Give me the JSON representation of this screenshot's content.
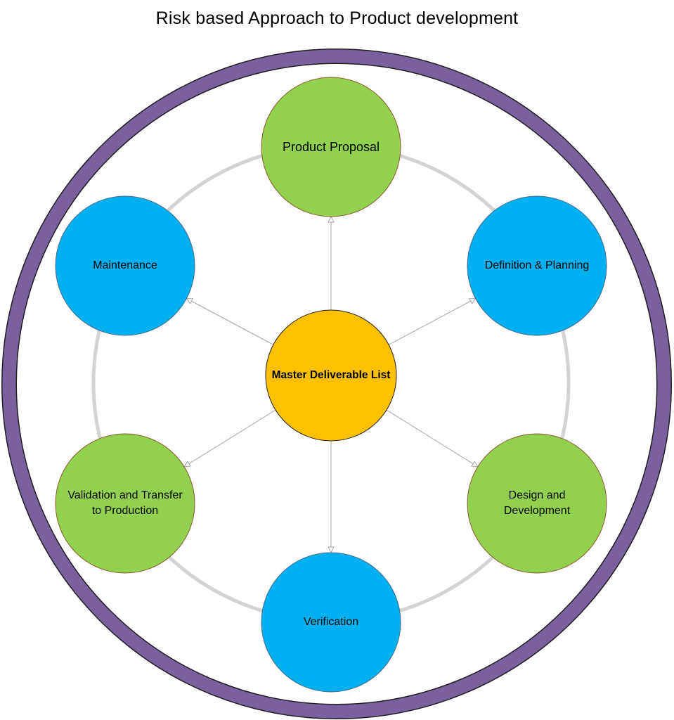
{
  "title": "Risk based Approach to Product development",
  "center": {
    "label": "Master Deliverable List",
    "fill": "#FFC000"
  },
  "colors": {
    "outer_ring": "#7A609E",
    "inner_ring": "#D3D3D3",
    "green_stage": "#92D050",
    "blue_stage": "#00B0F0",
    "arrow": "#A6A6A6"
  },
  "stages": [
    {
      "id": "product-proposal",
      "label": "Product Proposal",
      "color": "green"
    },
    {
      "id": "definition-planning",
      "label": "Definition & Planning",
      "color": "blue"
    },
    {
      "id": "design-development",
      "label": "Design and\nDevelopment",
      "color": "green"
    },
    {
      "id": "verification",
      "label": "Verification",
      "color": "blue"
    },
    {
      "id": "validation-transfer",
      "label": "Validation and Transfer\nto Production",
      "color": "green"
    },
    {
      "id": "maintenance",
      "label": "Maintenance",
      "color": "blue"
    }
  ]
}
